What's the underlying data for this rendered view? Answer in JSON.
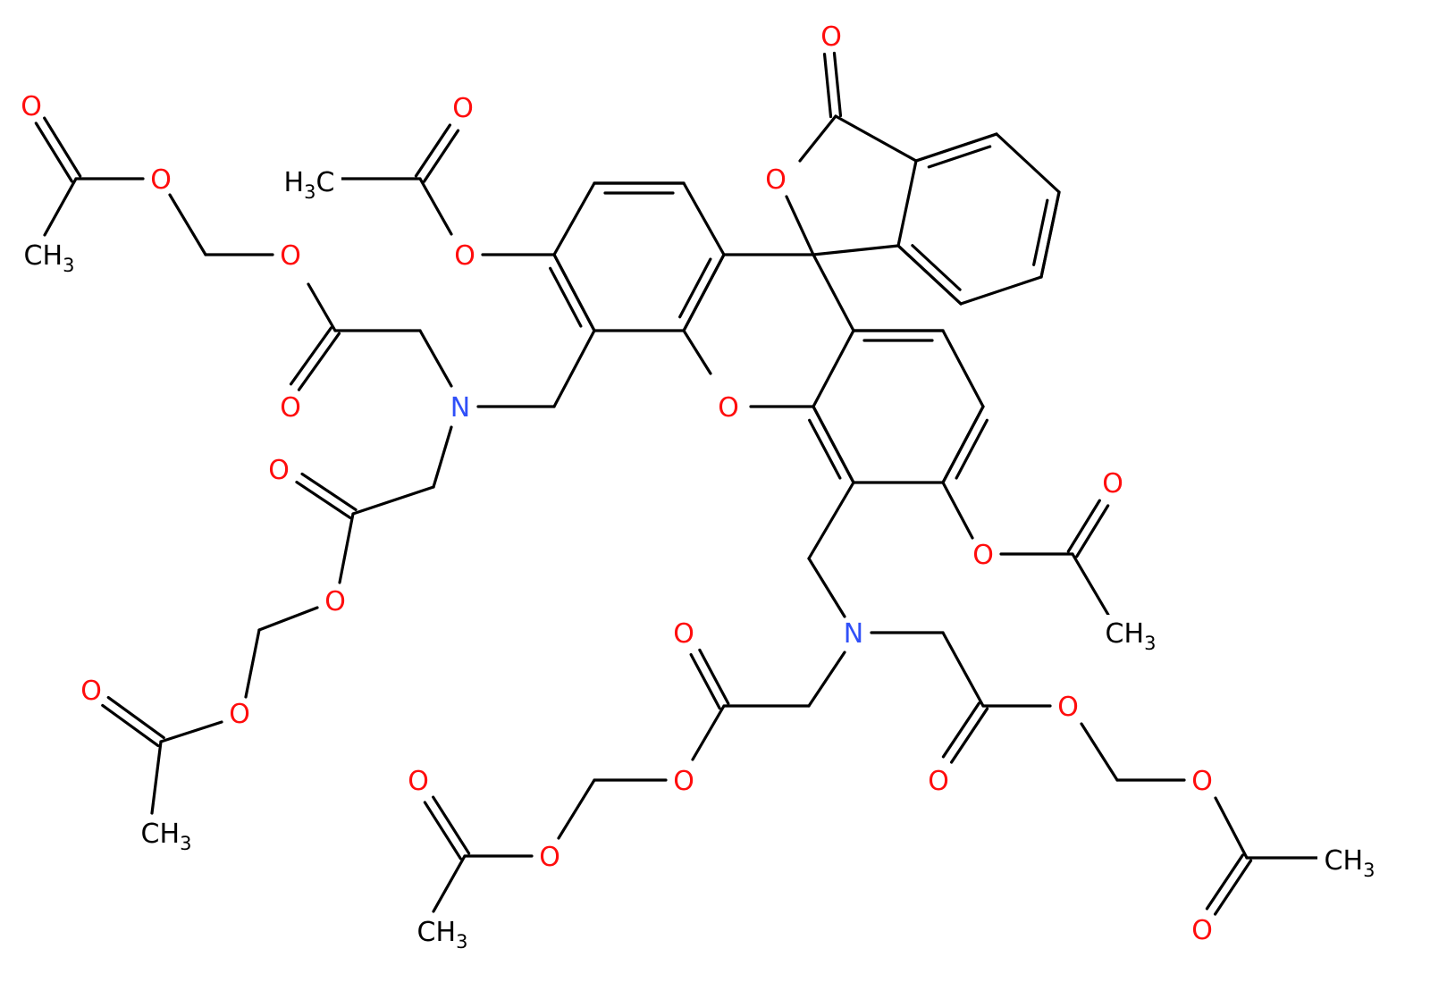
{
  "colors": {
    "background": "#ffffff",
    "bond": "#000000",
    "oxygen": "#ff0d0d",
    "nitrogen": "#3050f8",
    "carbon_label": "#000000"
  },
  "labels": {
    "oxygen": "O",
    "nitrogen": "N",
    "methyl": "CH",
    "subscript": "3",
    "methyl_h3c_h": "H",
    "methyl_h3c_c": "C"
  }
}
